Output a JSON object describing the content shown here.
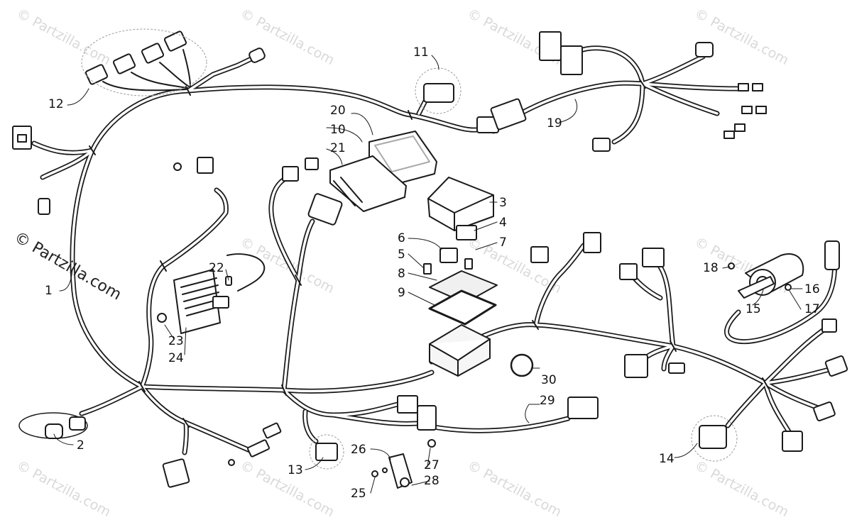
{
  "watermark": "© Partzilla.com",
  "side_watermark": "© Partzilla.com",
  "callouts": [
    "1",
    "2",
    "3",
    "4",
    "5",
    "6",
    "7",
    "8",
    "9",
    "10",
    "11",
    "12",
    "13",
    "14",
    "15",
    "16",
    "17",
    "18",
    "19",
    "20",
    "21",
    "22",
    "23",
    "24",
    "25",
    "26",
    "27",
    "28",
    "29",
    "30"
  ],
  "colors": {
    "line": "#1a1a1a",
    "watermark": "#d9d9d9",
    "background": "#ffffff"
  }
}
